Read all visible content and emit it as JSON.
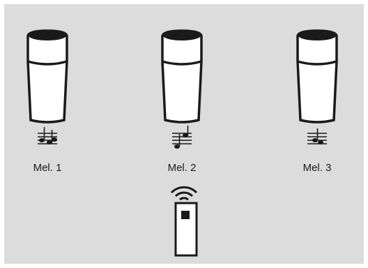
{
  "cups": [
    {
      "label": "Mel. 1",
      "notes_icon": "music-notes-icon"
    },
    {
      "label": "Mel. 2",
      "notes_icon": "music-notes-icon"
    },
    {
      "label": "Mel. 3",
      "notes_icon": "music-notes-icon"
    }
  ],
  "remote": {
    "icon": "remote-control-icon",
    "signal_icon": "wireless-signal-icon"
  },
  "colors": {
    "background": "#dcdcdc",
    "stroke": "#1a1a1a",
    "fill": "#ffffff"
  }
}
